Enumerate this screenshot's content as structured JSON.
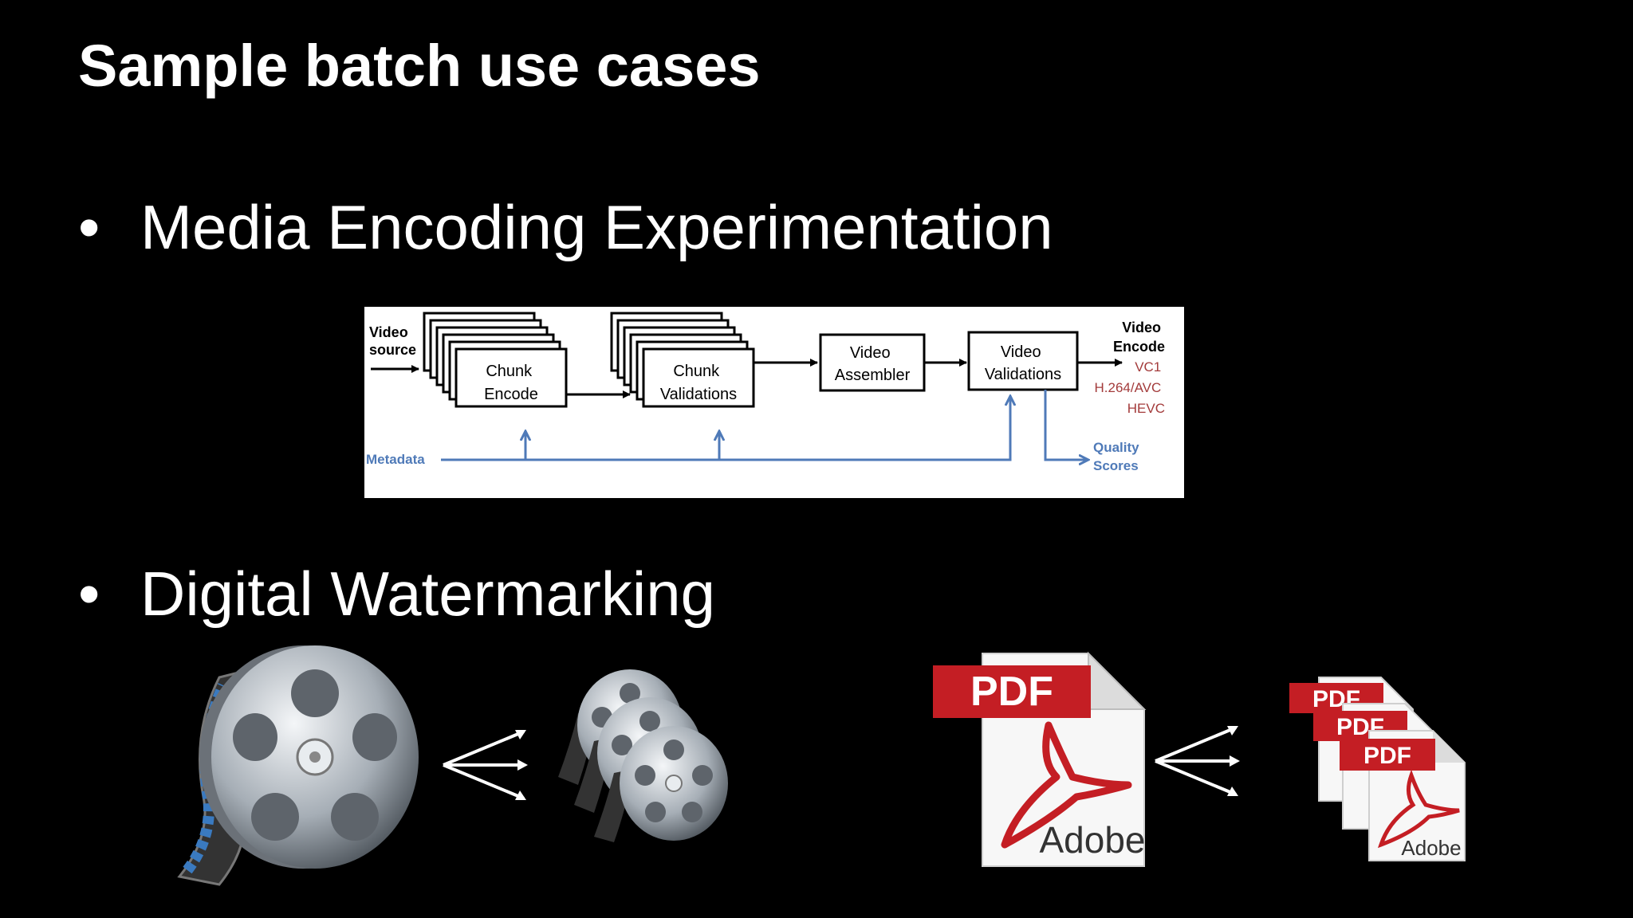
{
  "slide": {
    "title": "Sample batch use cases",
    "bullets": [
      {
        "marker": "•",
        "text": "Media Encoding Experimentation"
      },
      {
        "marker": "•",
        "text": "Digital Watermarking"
      }
    ]
  },
  "diagram": {
    "input_label": [
      "Video",
      "source"
    ],
    "chunk_encode": [
      "Chunk",
      "Encode"
    ],
    "chunk_validations": [
      "Chunk",
      "Validations"
    ],
    "video_assembler": [
      "Video",
      "Assembler"
    ],
    "video_validations": [
      "Video",
      "Validations"
    ],
    "output_title": [
      "Video",
      "Encode"
    ],
    "codecs": [
      "VC1",
      "H.264/AVC",
      "HEVC"
    ],
    "metadata_label": "Metadata",
    "quality_label": [
      "Quality",
      "Scores"
    ],
    "colors": {
      "black": "#000000",
      "blue": "#4f7ab8",
      "codec": "#a33b3b"
    }
  },
  "watermarking": {
    "pdf_label": "PDF",
    "adobe_label": "Adobe",
    "icons": [
      "film-reel-icon",
      "film-reel-stack-icon",
      "pdf-document-icon",
      "pdf-document-stack-icon",
      "fan-out-arrows-icon"
    ]
  }
}
